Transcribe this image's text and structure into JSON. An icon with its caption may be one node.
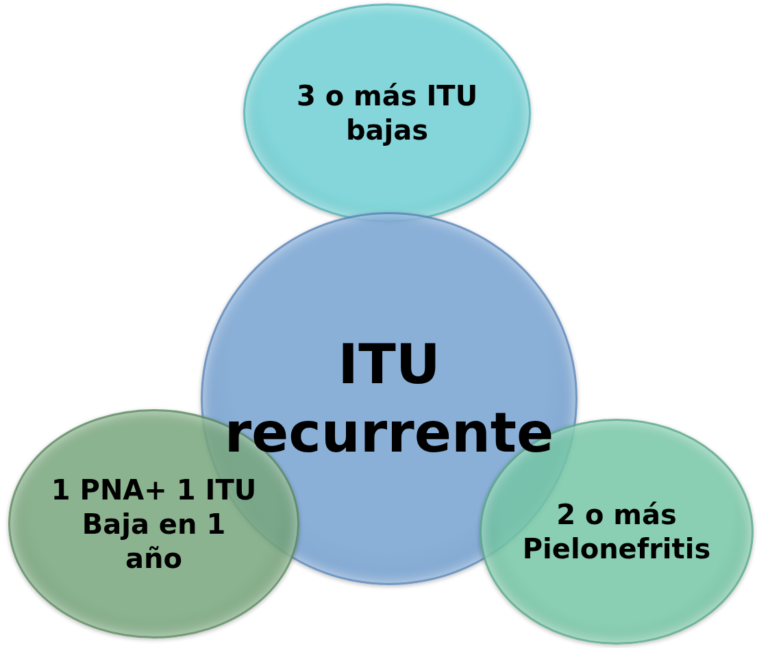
{
  "diagram": {
    "nodes": [
      {
        "text": [
          "3 o más ITU bajas"
        ]
      },
      {
        "text": [
          "ITU recurrente"
        ]
      },
      {
        "text": [
          "1 PNA+ 1 ITU Baja en 1 año"
        ]
      },
      {
        "text": [
          "2 o más Pielonefritis"
        ]
      }
    ]
  }
}
